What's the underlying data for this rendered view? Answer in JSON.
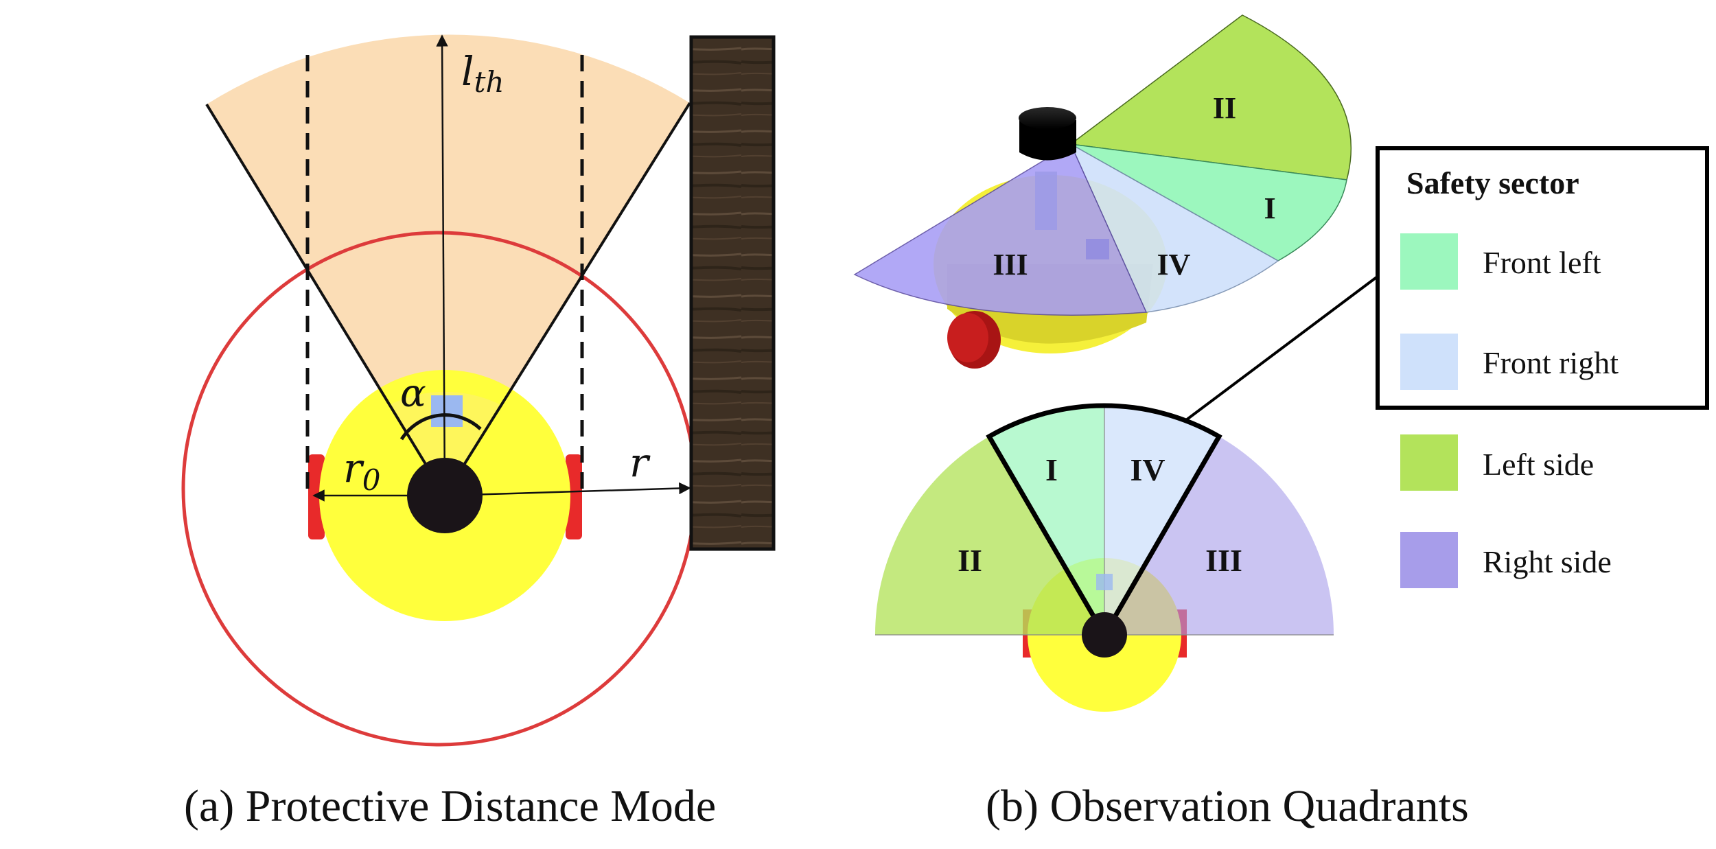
{
  "captions": {
    "a": "(a) Protective Distance Mode",
    "b": "(b) Observation Quadrants"
  },
  "panel_a": {
    "labels": {
      "l_main": "l",
      "l_sub": "th",
      "alpha": "α",
      "r0_main": "r",
      "r0_sub": "0",
      "r": "r"
    }
  },
  "panel_b": {
    "sector_labels": {
      "I": "I",
      "II": "II",
      "III": "III",
      "IV": "IV"
    },
    "legend": {
      "title": "Safety sector",
      "items": [
        {
          "label": "Front left",
          "color": "#9CF7BE"
        },
        {
          "label": "Front right",
          "color": "#CFE1FB"
        },
        {
          "label": "Left side",
          "color": "#B3E35B"
        },
        {
          "label": "Right side",
          "color": "#A79DEA"
        }
      ]
    }
  },
  "colors": {
    "cone": "#FBDDB6",
    "robot_body": "#FFFF3C",
    "robot_core": "#1A1418",
    "wheel": "#E82A2A",
    "outer_circle": "#DD3B3B",
    "sensor": "#9BB8F0",
    "wall": "#3E3023",
    "sector_front_left": "#9CF7BE",
    "sector_front_right": "#CFE1FB",
    "sector_left_side": "#B3E35B",
    "sector_right_side": "#A79DEA"
  }
}
